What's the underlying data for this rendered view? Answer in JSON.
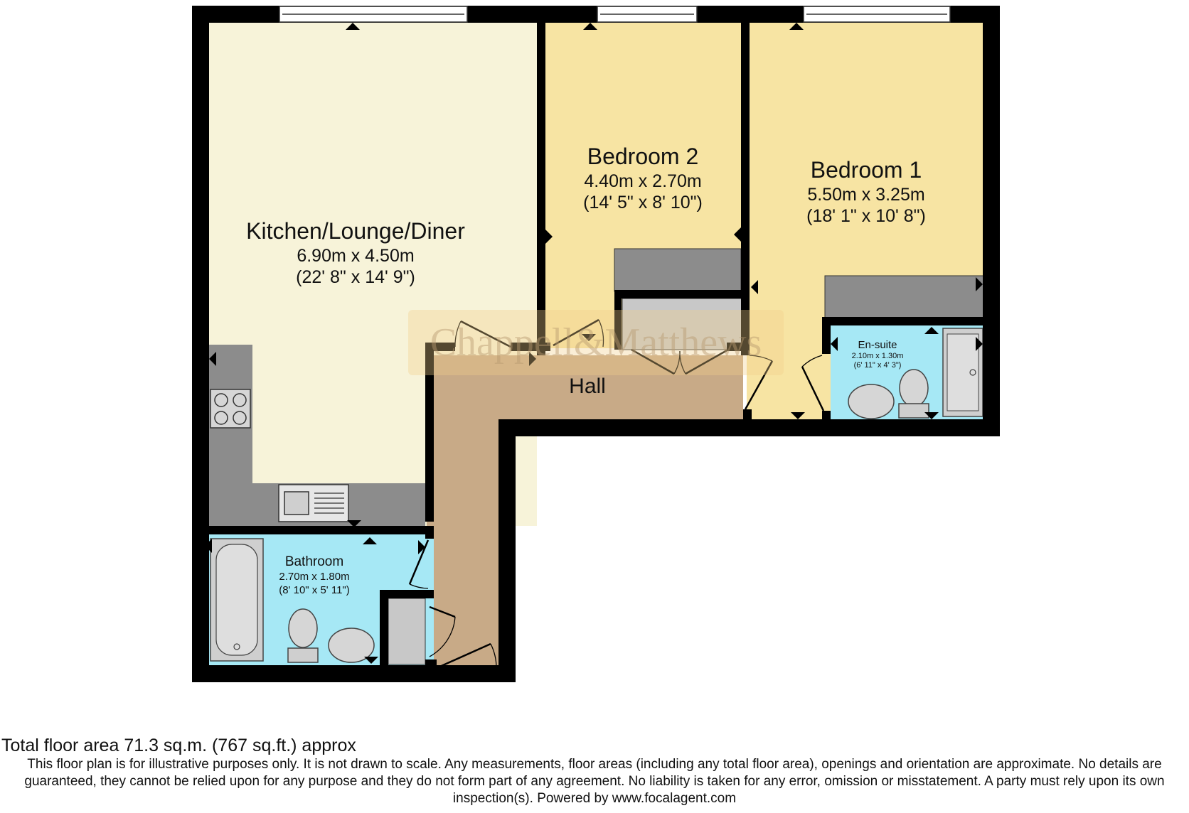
{
  "rooms": {
    "kitchen": {
      "name": "Kitchen/Lounge/Diner",
      "metric": "6.90m x 4.50m",
      "imperial": "(22' 8\" x 14' 9\")"
    },
    "bedroom2": {
      "name": "Bedroom 2",
      "metric": "4.40m x 2.70m",
      "imperial": "(14' 5\" x 8' 10\")"
    },
    "bedroom1": {
      "name": "Bedroom 1",
      "metric": "5.50m x 3.25m",
      "imperial": "(18' 1\" x 10' 8\")"
    },
    "ensuite": {
      "name": "En-suite",
      "metric": "2.10m x 1.30m",
      "imperial": "(6' 11\" x 4' 3\")"
    },
    "bathroom": {
      "name": "Bathroom",
      "metric": "2.70m x 1.80m",
      "imperial": "(8' 10\" x 5' 11\")"
    },
    "hall": {
      "name": "Hall"
    }
  },
  "watermark": "Chappell&Matthews",
  "footer": {
    "total_area": "Total floor area 71.3 sq.m. (767 sq.ft.) approx",
    "disclaimer": "This floor plan is for illustrative purposes only. It is not drawn to scale. Any measurements, floor areas (including any total floor area), openings and orientation are approximate. No details are guaranteed, they cannot be relied upon for any purpose and they do not form part of any agreement. No liability is taken for any error, omission or misstatement. A party must rely upon its own inspection(s). Powered by www.focalagent.com"
  },
  "colors": {
    "wall": "#000000",
    "kitchen_floor": "#f7f3d9",
    "bedroom_floor": "#f7e4a3",
    "hall_floor": "#c8aa87",
    "wet_room_floor": "#a6e8f5",
    "fixture": "#a9a9a9"
  }
}
